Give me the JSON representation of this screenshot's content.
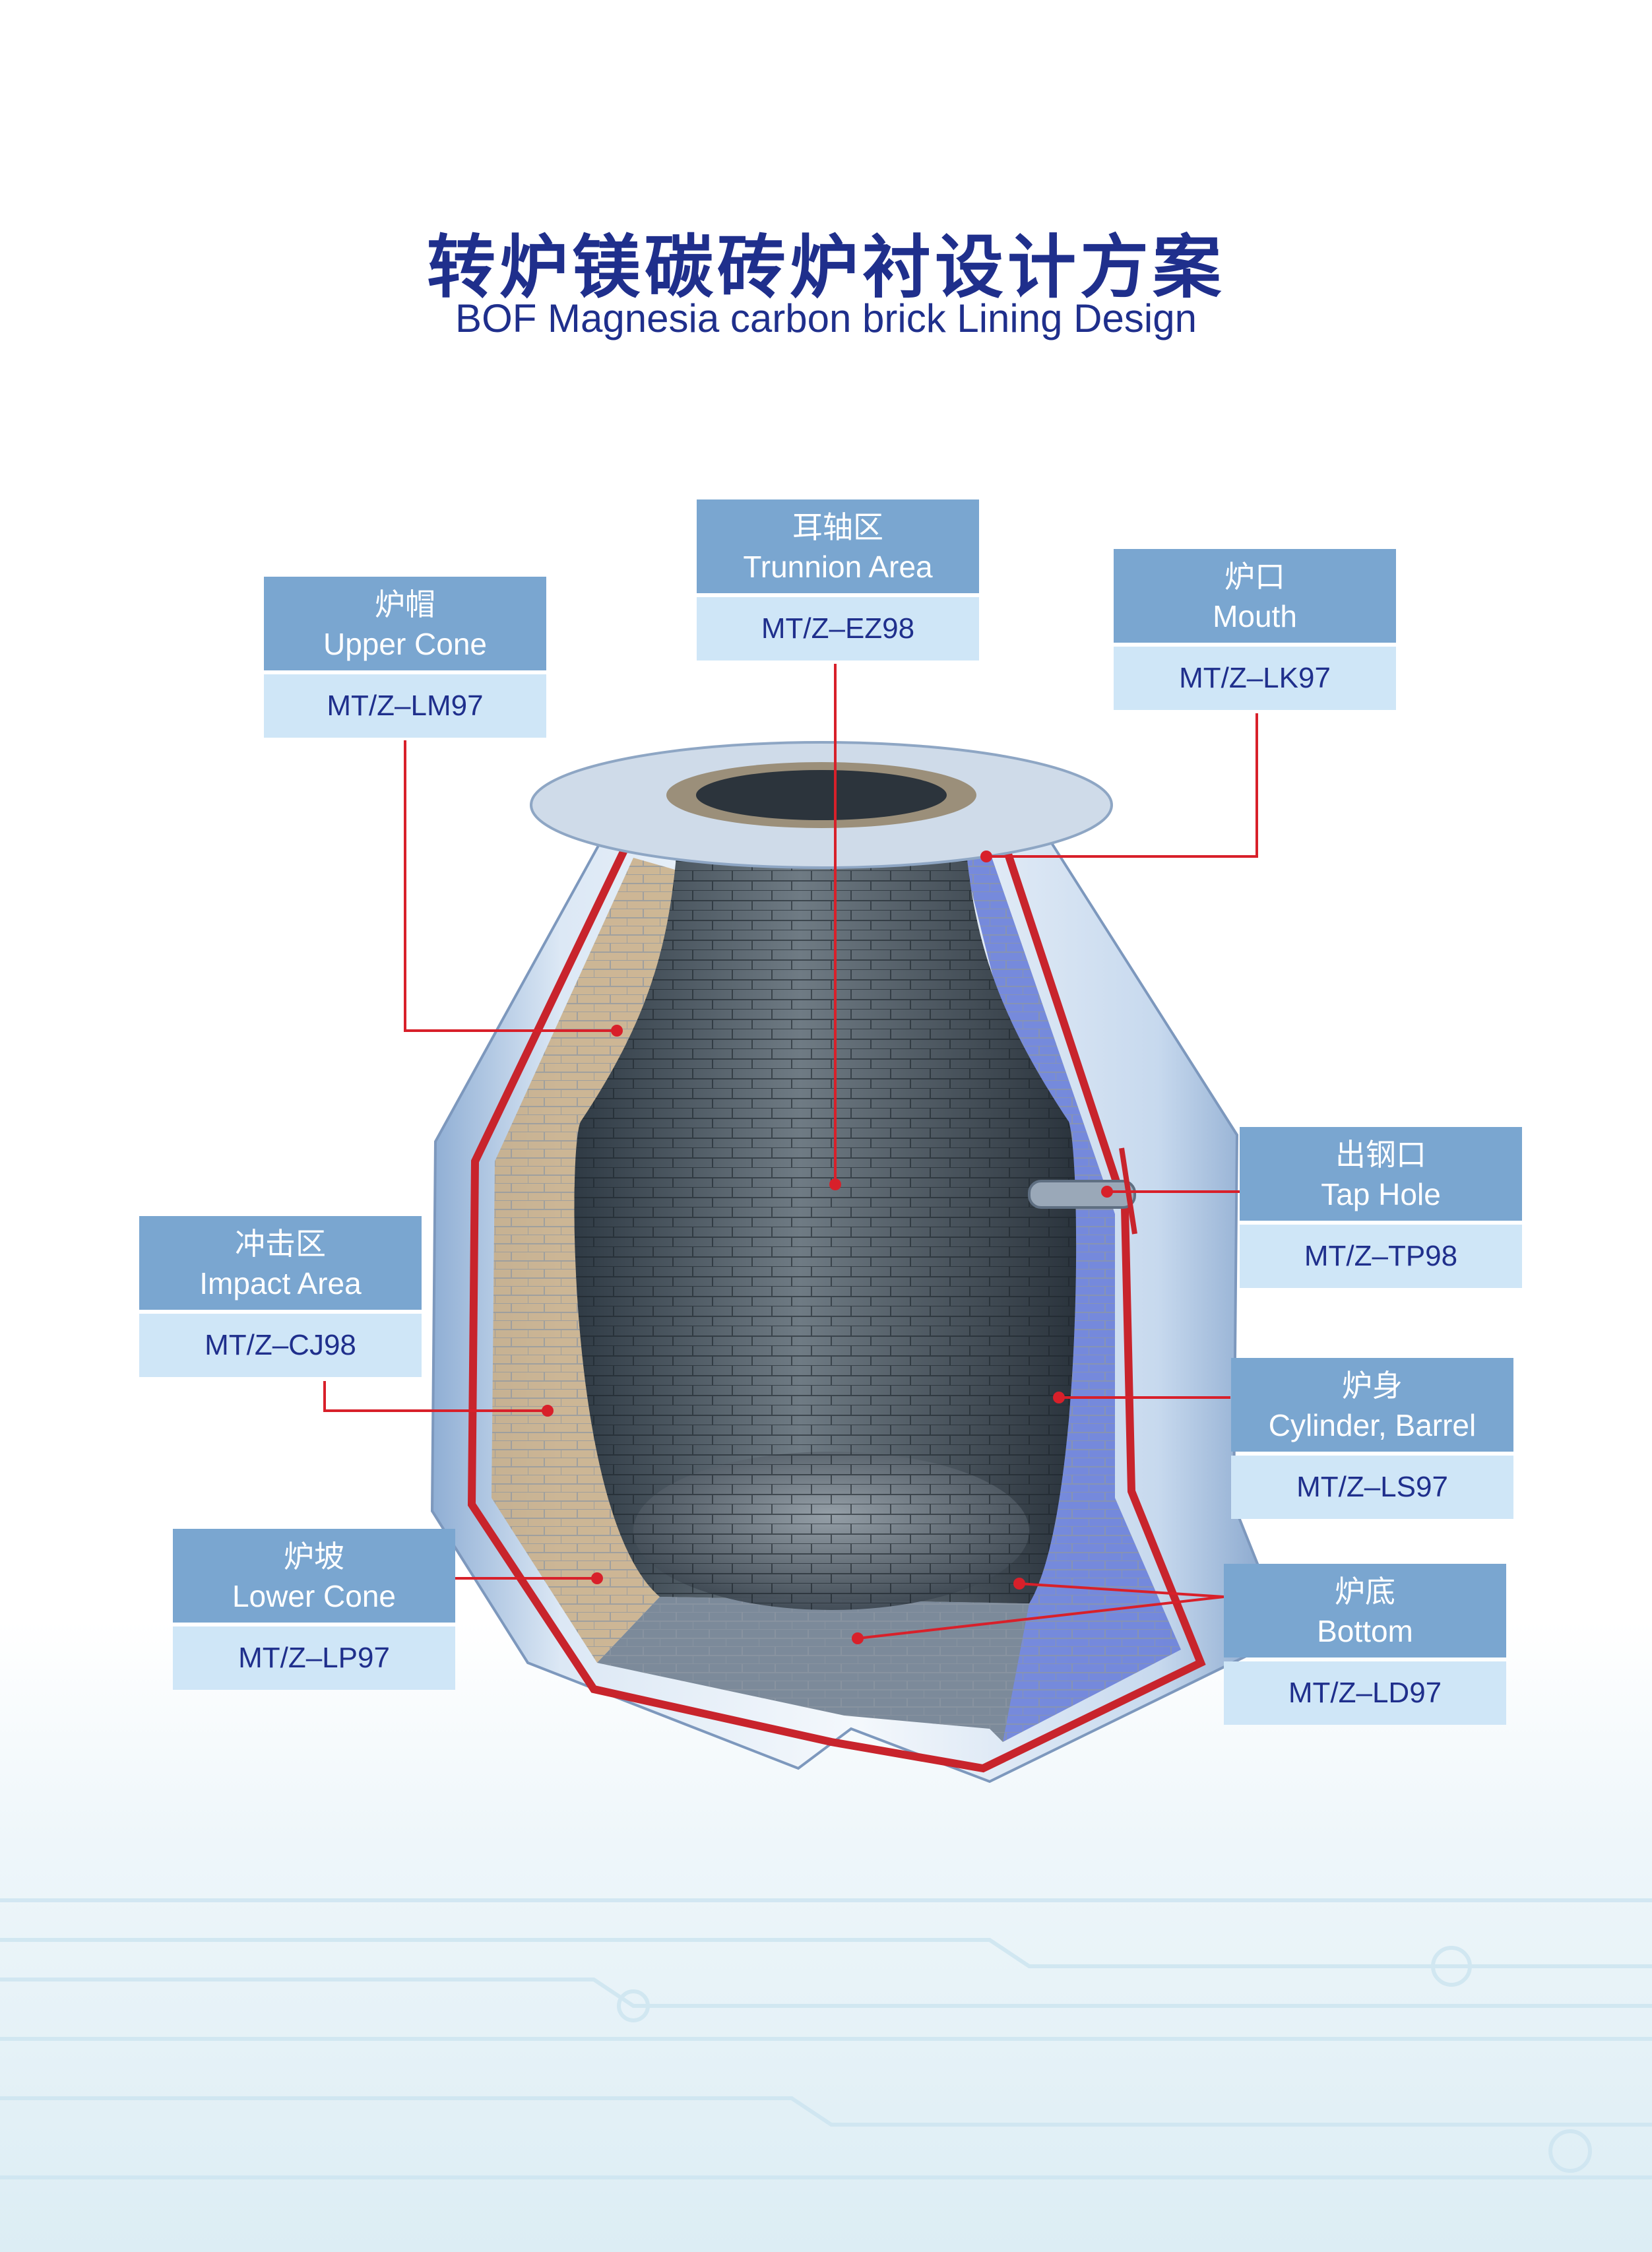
{
  "header": {
    "title_zh": "转炉镁碳砖炉衬设计方案",
    "title_en": "BOF Magnesia carbon brick Lining Design"
  },
  "labels": [
    {
      "id": "upper-cone",
      "zh": "炉帽",
      "en": "Upper Cone",
      "code": "MT/Z–LM97"
    },
    {
      "id": "trunnion",
      "zh": "耳轴区",
      "en": "Trunnion Area",
      "code": "MT/Z–EZ98"
    },
    {
      "id": "mouth",
      "zh": "炉口",
      "en": "Mouth",
      "code": "MT/Z–LK97"
    },
    {
      "id": "tap-hole",
      "zh": "出钢口",
      "en": "Tap Hole",
      "code": "MT/Z–TP98"
    },
    {
      "id": "impact",
      "zh": "冲击区",
      "en": "Impact Area",
      "code": "MT/Z–CJ98"
    },
    {
      "id": "barrel",
      "zh": "炉身",
      "en": "Cylinder, Barrel",
      "code": "MT/Z–LS97"
    },
    {
      "id": "lower-cone",
      "zh": "炉坡",
      "en": "Lower Cone",
      "code": "MT/Z–LP97"
    },
    {
      "id": "bottom",
      "zh": "炉底",
      "en": "Bottom",
      "code": "MT/Z–LD97"
    }
  ],
  "colors": {
    "title": "#1f2f8c",
    "label_header": "#7aa6d0",
    "label_code_bg": "#cfe6f7",
    "leader_line": "#d8202a"
  }
}
